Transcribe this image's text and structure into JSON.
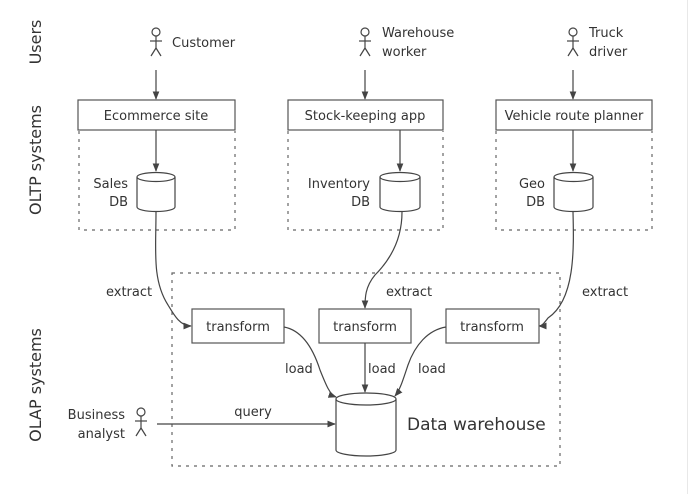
{
  "diagram": {
    "title": "OLTP to OLAP data warehouse ETL architecture",
    "layers": {
      "users": "Users",
      "oltp": "OLTP systems",
      "olap": "OLAP systems"
    },
    "actors": [
      {
        "line1": "Customer",
        "line2": ""
      },
      {
        "line1": "Warehouse",
        "line2": "worker"
      },
      {
        "line1": "Truck",
        "line2": "driver"
      }
    ],
    "apps": [
      "Ecommerce site",
      "Stock-keeping app",
      "Vehicle route planner"
    ],
    "databases": [
      {
        "line1": "Sales",
        "line2": "DB"
      },
      {
        "line1": "Inventory",
        "line2": "DB"
      },
      {
        "line1": "Geo",
        "line2": "DB"
      }
    ],
    "edge_labels": {
      "extract": "extract",
      "load": "load",
      "query": "query"
    },
    "transforms": [
      "transform",
      "transform",
      "transform"
    ],
    "warehouse": "Data warehouse",
    "analyst": {
      "line1": "Business",
      "line2": "analyst"
    }
  }
}
